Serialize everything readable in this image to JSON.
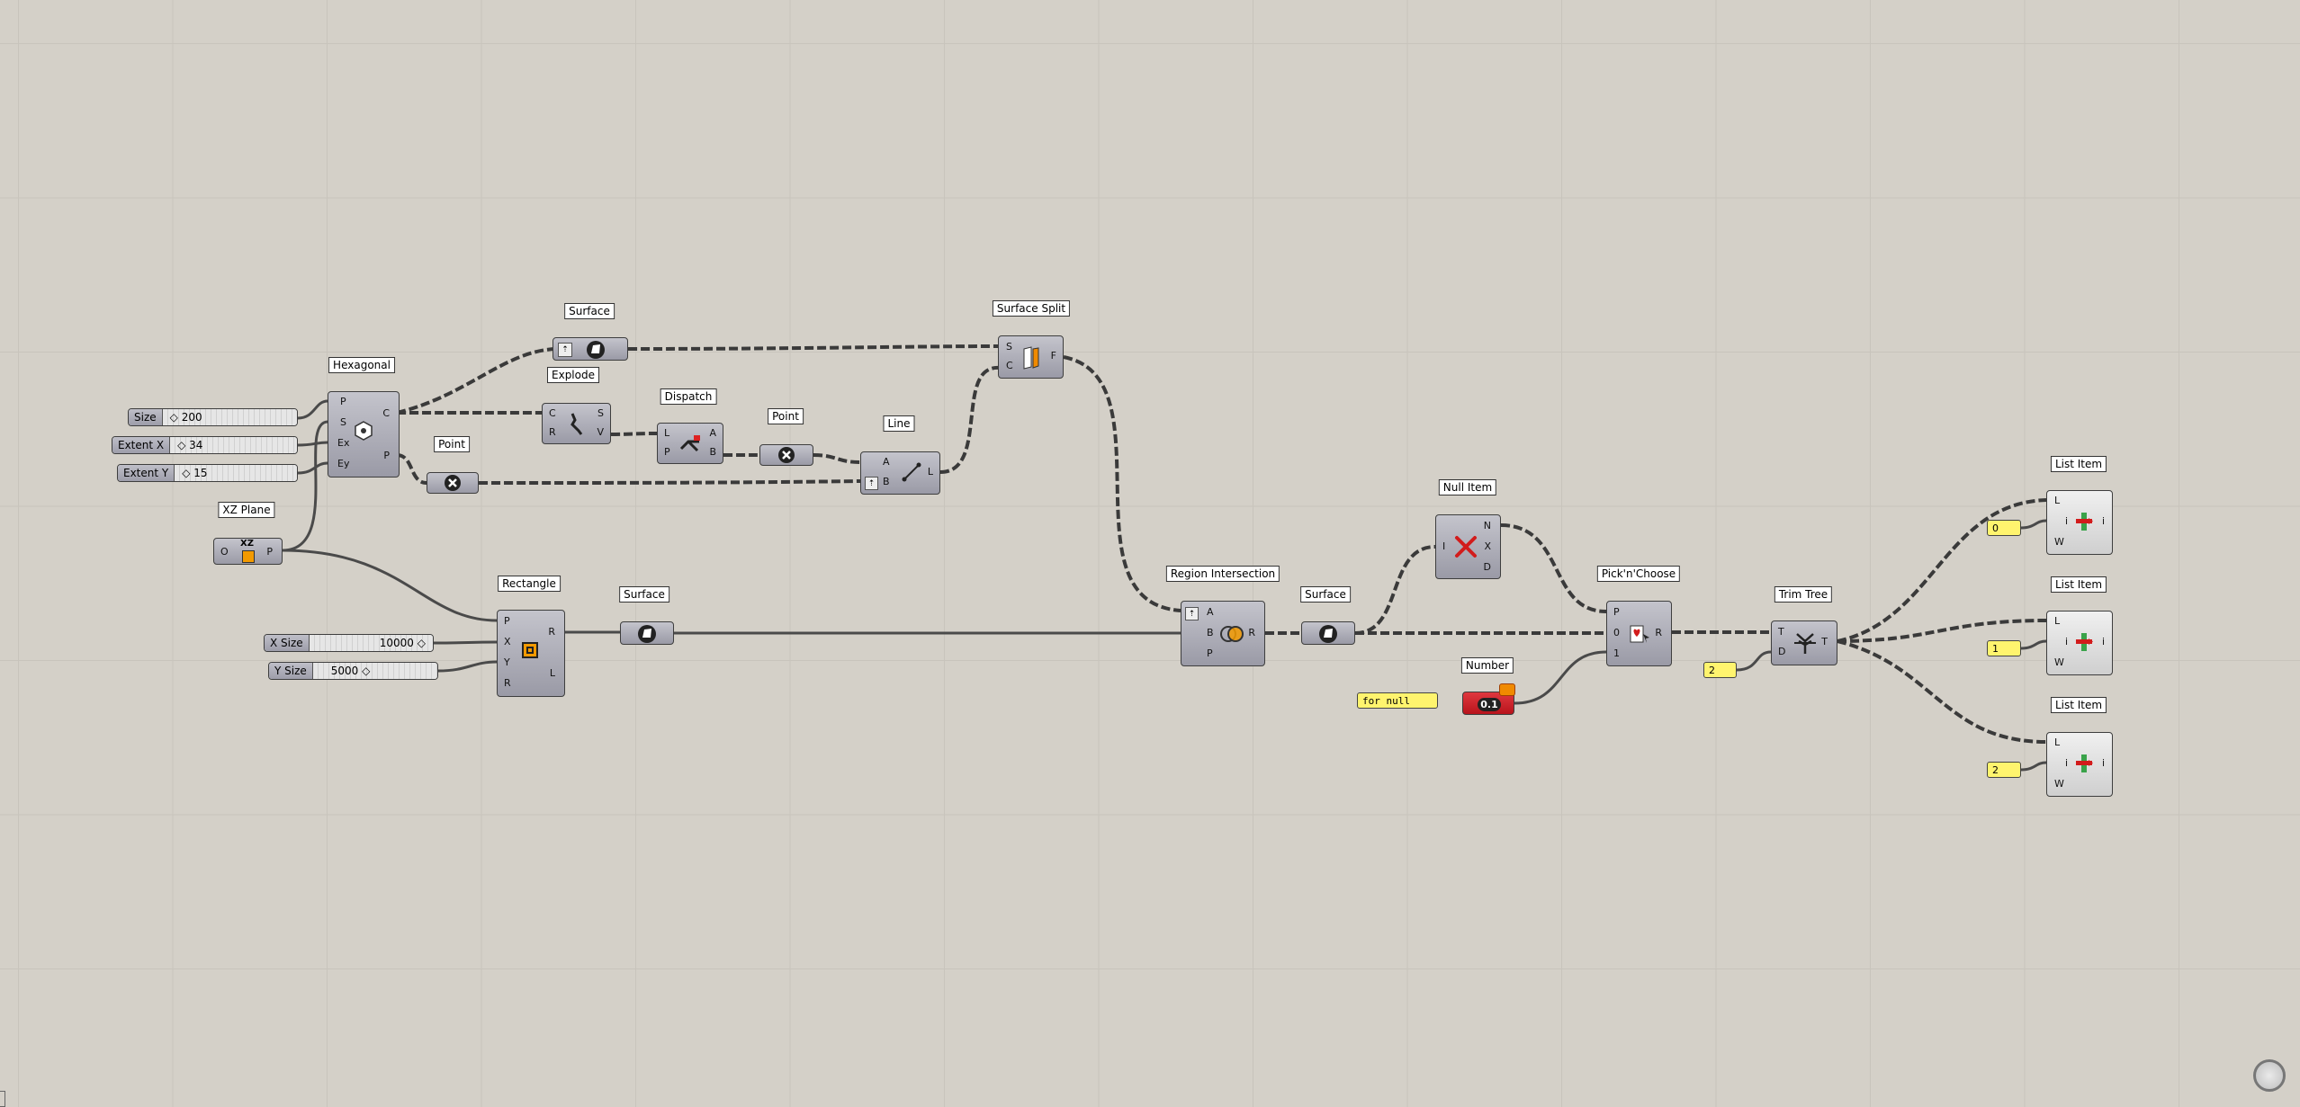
{
  "components": {
    "hexagonal": {
      "label": "Hexagonal",
      "inputs": [
        "P",
        "S",
        "Ex",
        "Ey"
      ],
      "outputs": [
        "C",
        "P"
      ]
    },
    "surface_top": {
      "label": "Surface"
    },
    "explode": {
      "label": "Explode",
      "inputs": [
        "C",
        "R"
      ],
      "outputs": [
        "S",
        "V"
      ]
    },
    "dispatch": {
      "label": "Dispatch",
      "inputs": [
        "L",
        "P"
      ],
      "outputs": [
        "A",
        "B"
      ]
    },
    "point_mid": {
      "label": "Point"
    },
    "point_left": {
      "label": "Point"
    },
    "line": {
      "label": "Line",
      "inputs": [
        "A",
        "B"
      ],
      "outputs": [
        "L"
      ]
    },
    "surface_split": {
      "label": "Surface Split",
      "inputs": [
        "S",
        "C"
      ],
      "outputs": [
        "F"
      ]
    },
    "xz_plane": {
      "label": "XZ Plane",
      "inputs": [
        "O"
      ],
      "outputs": [
        "P"
      ],
      "icon_text": "XZ"
    },
    "rectangle": {
      "label": "Rectangle",
      "inputs": [
        "P",
        "X",
        "Y",
        "R"
      ],
      "outputs": [
        "R",
        "L"
      ]
    },
    "surface_mid": {
      "label": "Surface"
    },
    "region_intersection": {
      "label": "Region Intersection",
      "inputs": [
        "A",
        "B",
        "P"
      ],
      "outputs": [
        "R"
      ]
    },
    "surface_right": {
      "label": "Surface"
    },
    "null_item": {
      "label": "Null Item",
      "inputs": [
        "I"
      ],
      "outputs": [
        "N",
        "X",
        "D"
      ]
    },
    "pick_n_choose": {
      "label": "Pick'n'Choose",
      "inputs": [
        "P",
        "0",
        "1"
      ],
      "outputs": [
        "R"
      ]
    },
    "number": {
      "label": "Number",
      "icon_text": "0.1"
    },
    "trim_tree": {
      "label": "Trim Tree",
      "inputs": [
        "T",
        "D"
      ],
      "outputs": [
        "T"
      ]
    },
    "list_item_1": {
      "label": "List Item",
      "inputs": [
        "L",
        "i",
        "W"
      ],
      "outputs": [
        "i"
      ]
    },
    "list_item_2": {
      "label": "List Item",
      "inputs": [
        "L",
        "i",
        "W"
      ],
      "outputs": [
        "i"
      ]
    },
    "list_item_3": {
      "label": "List Item",
      "inputs": [
        "L",
        "i",
        "W"
      ],
      "outputs": [
        "i"
      ]
    }
  },
  "sliders": {
    "size": {
      "name": "Size",
      "value": "200"
    },
    "extent_x": {
      "name": "Extent X",
      "value": "34"
    },
    "extent_y": {
      "name": "Extent Y",
      "value": "15"
    },
    "x_size": {
      "name": "X Size",
      "value": "10000"
    },
    "y_size": {
      "name": "Y Size",
      "value": "5000"
    }
  },
  "panels": {
    "for_null": "for null",
    "trim_depth": "2",
    "index_0": "0",
    "index_1": "1",
    "index_2": "2"
  },
  "colors": {
    "canvas": "#d4d0c8",
    "panel": "#fff46e",
    "number_param": "#c8202a",
    "wire": "#4a4a4a"
  }
}
